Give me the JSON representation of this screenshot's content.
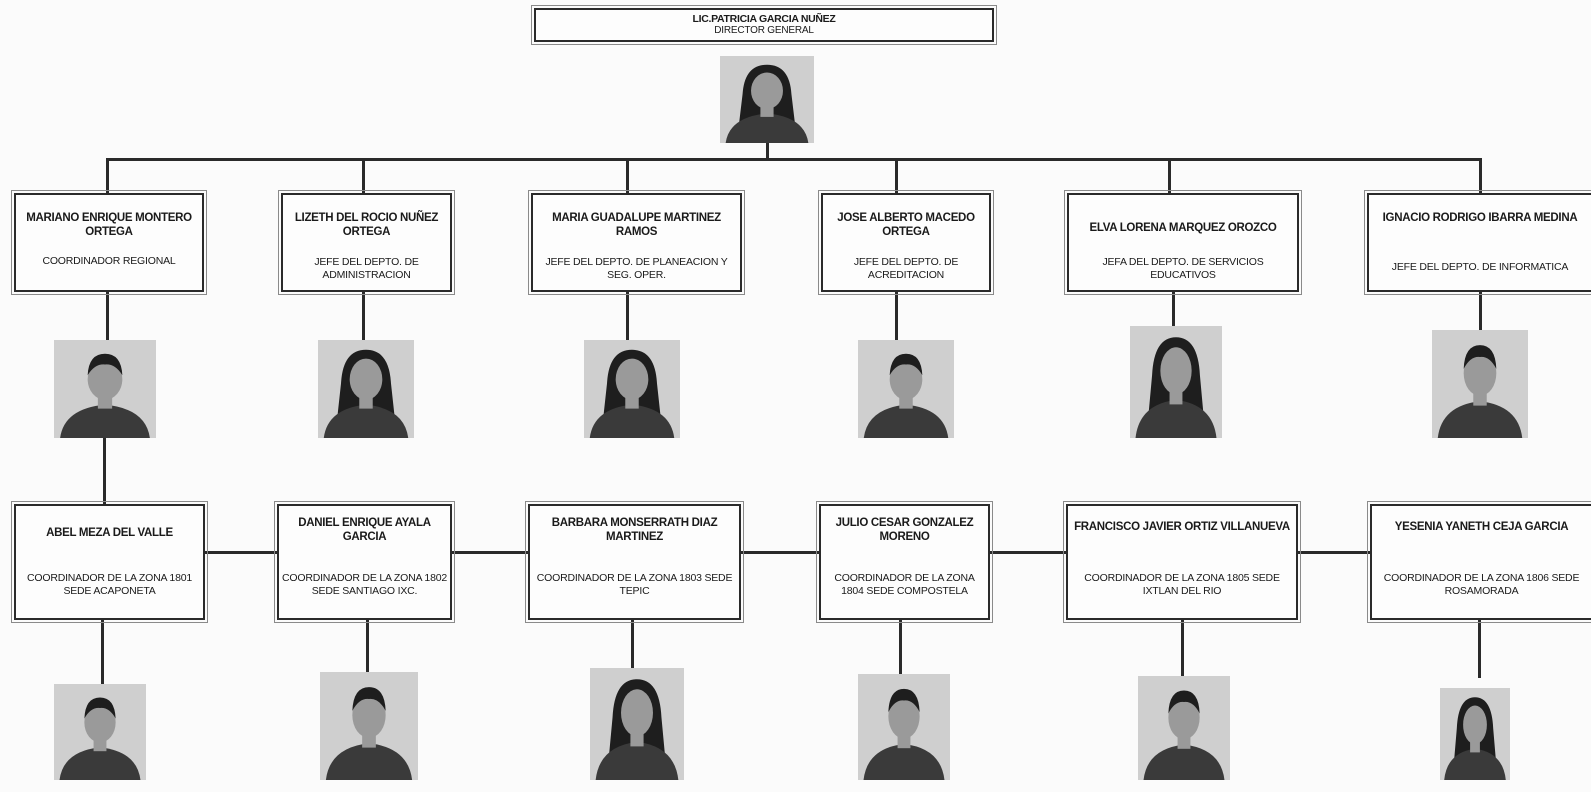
{
  "director": {
    "name": "LIC.PATRICIA GARCIA NUÑEZ",
    "role": "DIRECTOR GENERAL"
  },
  "department_heads": [
    {
      "name": "MARIANO ENRIQUE MONTERO ORTEGA",
      "role": "COORDINADOR REGIONAL"
    },
    {
      "name": "LIZETH DEL ROCIO NUÑEZ ORTEGA",
      "role": "JEFE DEL DEPTO. DE ADMINISTRACION"
    },
    {
      "name": "MARIA GUADALUPE MARTINEZ RAMOS",
      "role": "JEFE DEL DEPTO. DE PLANEACION Y SEG. OPER."
    },
    {
      "name": "JOSE ALBERTO MACEDO ORTEGA",
      "role": "JEFE DEL DEPTO. DE ACREDITACION"
    },
    {
      "name": "ELVA LORENA MARQUEZ OROZCO",
      "role": "JEFA DEL DEPTO. DE SERVICIOS EDUCATIVOS"
    },
    {
      "name": "IGNACIO RODRIGO IBARRA MEDINA",
      "role": "JEFE DEL DEPTO. DE INFORMATICA"
    }
  ],
  "zone_coordinators": [
    {
      "name": "ABEL MEZA DEL VALLE",
      "role": "COORDINADOR DE LA ZONA 1801 SEDE ACAPONETA"
    },
    {
      "name": "DANIEL ENRIQUE AYALA GARCIA",
      "role": "COORDINADOR DE LA ZONA 1802 SEDE SANTIAGO IXC."
    },
    {
      "name": "BARBARA MONSERRATH DIAZ MARTINEZ",
      "role": "COORDINADOR DE LA ZONA 1803 SEDE TEPIC"
    },
    {
      "name": "JULIO CESAR GONZALEZ MORENO",
      "role": "COORDINADOR DE LA ZONA 1804 SEDE COMPOSTELA"
    },
    {
      "name": "FRANCISCO JAVIER ORTIZ VILLANUEVA",
      "role": "COORDINADOR DE LA ZONA 1805 SEDE IXTLAN DEL RIO"
    },
    {
      "name": "YESENIA YANETH CEJA GARCIA",
      "role": "COORDINADOR DE LA ZONA 1806 SEDE ROSAMORADA"
    }
  ],
  "photo_palette": {
    "skin": "#9a9a9a",
    "hair": "#1e1e1e",
    "suit": "#3a3a3a",
    "background": "#cfcfcf"
  }
}
